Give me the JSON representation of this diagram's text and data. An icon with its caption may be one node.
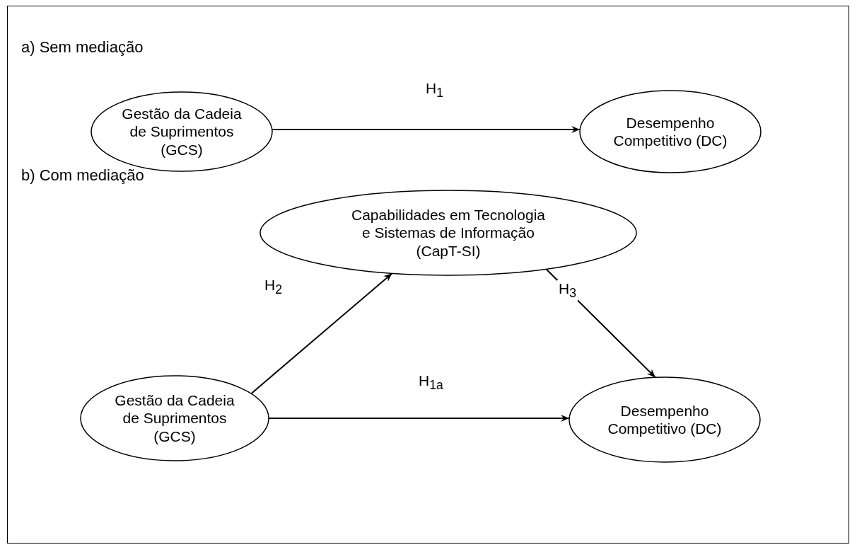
{
  "diagram": {
    "nodes": [
      {
        "text": [
          "Gestão da Cadeia de Suprimentos (GCS)"
        ]
      },
      {
        "text": [
          "Desempenho Competitivo (DC)"
        ]
      },
      {
        "text": [
          "Capabilidades em Tecnologia e Sistemas de Informação (CapT-SI)"
        ]
      },
      {
        "text": [
          "Gestão da Cadeia de Suprimentos (GCS)"
        ]
      },
      {
        "text": [
          "Desempenho Competitivo (DC)"
        ]
      }
    ],
    "edges": [
      {
        "from": 0,
        "to": 1,
        "arrow": "to",
        "label": "H$_{1}$"
      },
      {
        "from": 3,
        "to": 2,
        "arrow": "to",
        "label": "H$_{2}$"
      },
      {
        "from": 2,
        "to": 4,
        "arrow": "to",
        "label": "H$_{3}$"
      },
      {
        "from": 3,
        "to": 4,
        "arrow": "to",
        "label": "H$_{1a}$"
      }
    ],
    "labels": [
      "a) Sem mediação",
      "b) Com mediação"
    ]
  }
}
